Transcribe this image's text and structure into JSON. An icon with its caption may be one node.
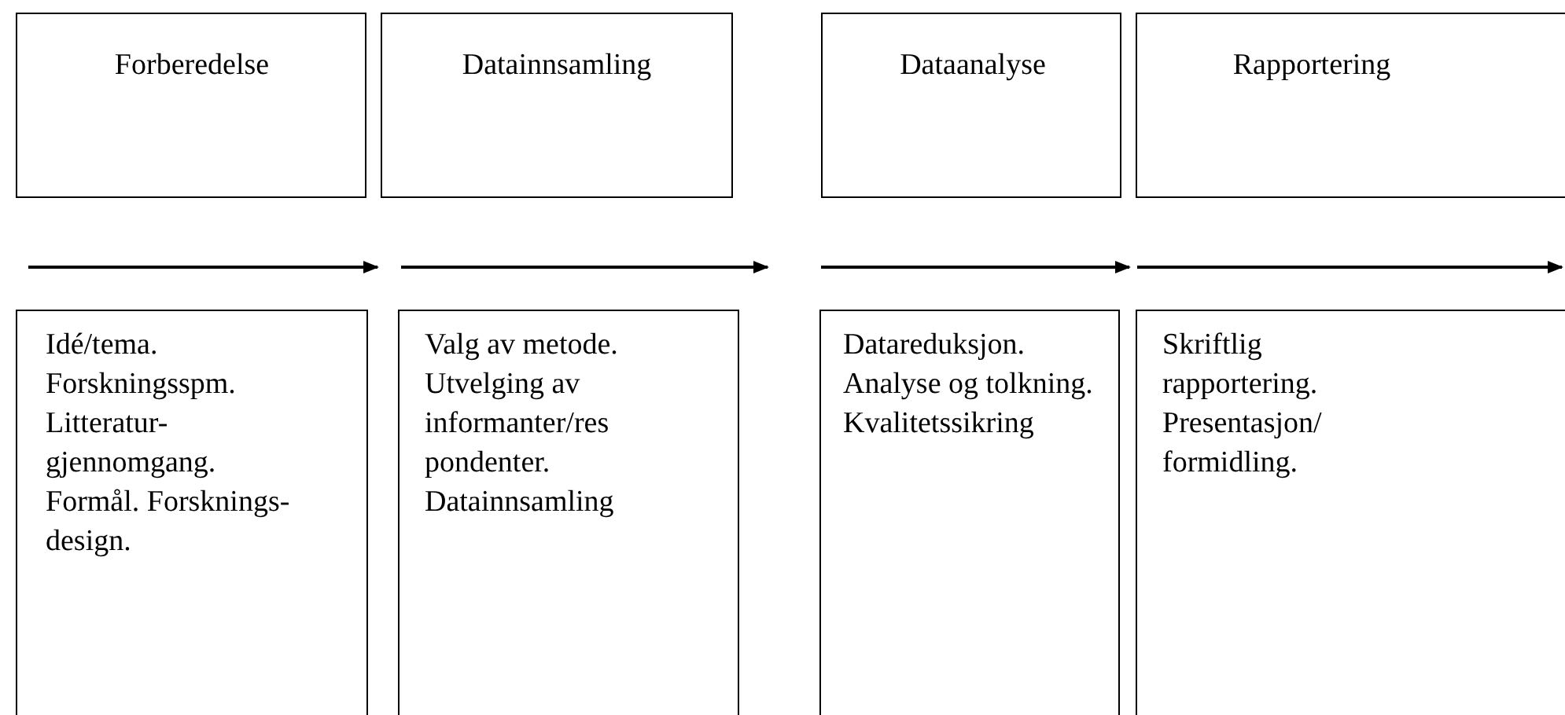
{
  "diagram": {
    "nodes": [
      {
        "text": [
          "Forberedelse"
        ]
      },
      {
        "text": [
          "Datainnsamling"
        ]
      },
      {
        "text": [
          "Dataanalyse"
        ]
      },
      {
        "text": [
          "Rapportering"
        ]
      },
      {
        "text": [
          "Idé/tema. Forskningsspm. Litteratur- gjennomgang. Formål. Forsknings- design."
        ]
      },
      {
        "text": [
          "Valg av metode. Utvelging av informanter/res pondenter. Datainnsamling"
        ]
      },
      {
        "text": [
          "Datareduksjon. Analyse og tolkning. Kvalitetssikring"
        ]
      },
      {
        "text": [
          "Skriftlig rapportering. Presentasjon/ formidling."
        ]
      }
    ]
  }
}
